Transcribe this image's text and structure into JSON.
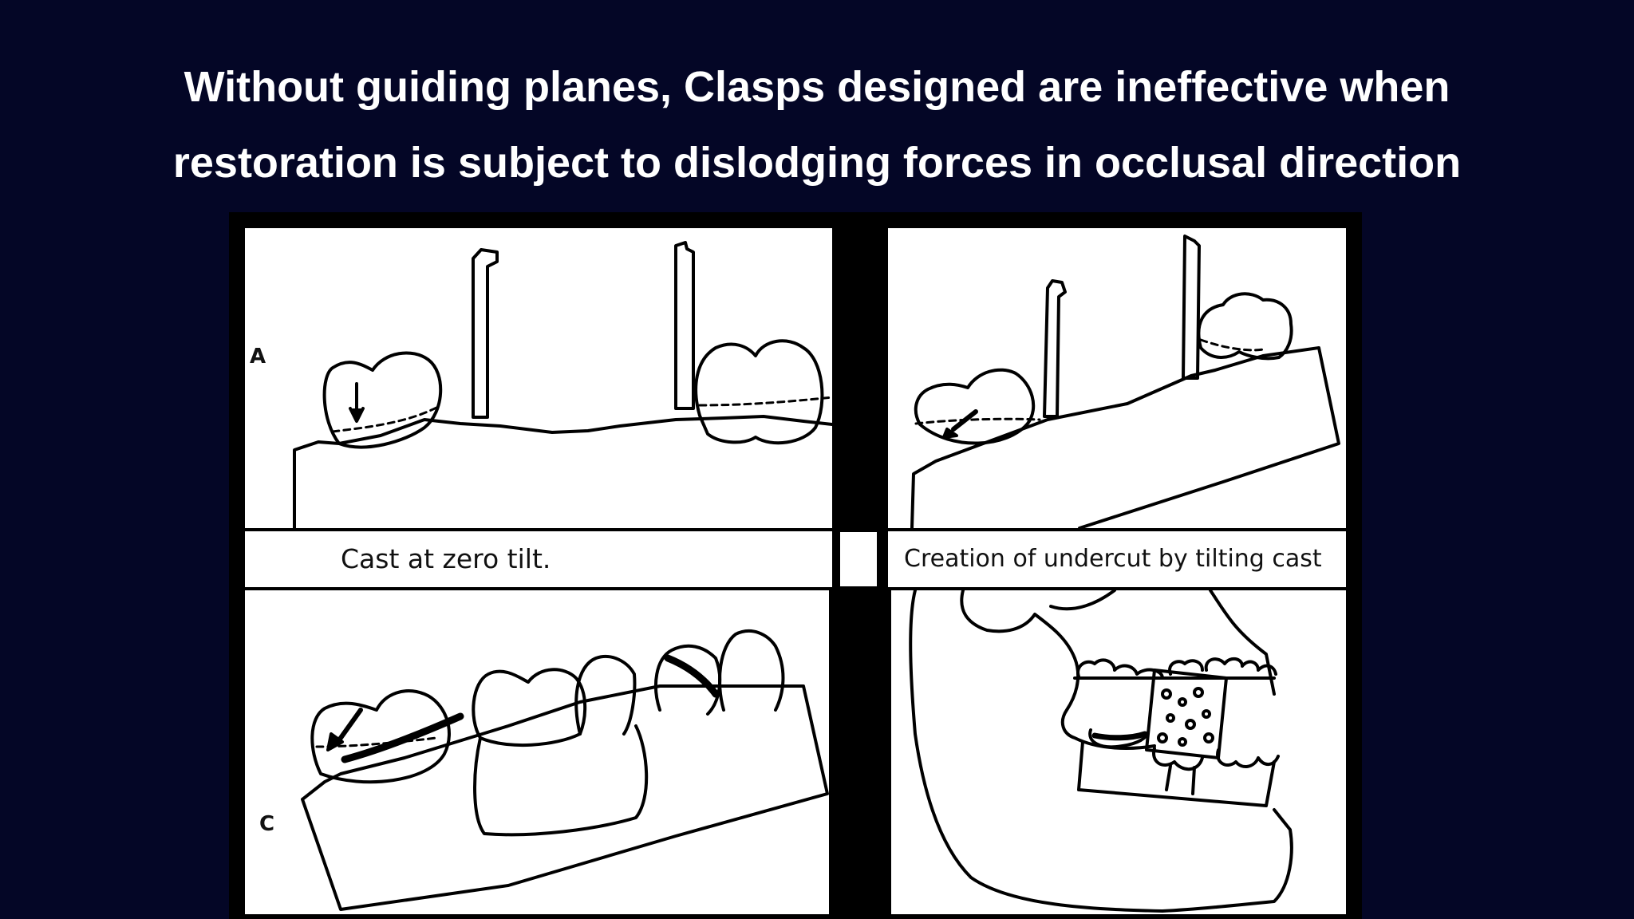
{
  "title": {
    "line1": "Without guiding planes, Clasps designed are ineffective when",
    "line2": "restoration is subject to dislodging forces in occlusal direction"
  },
  "figure": {
    "panel_a_letter": "A",
    "panel_c_letter": "C",
    "caption_left": "Cast at zero tilt.",
    "caption_right": "Creation of undercut by tilting cast"
  }
}
